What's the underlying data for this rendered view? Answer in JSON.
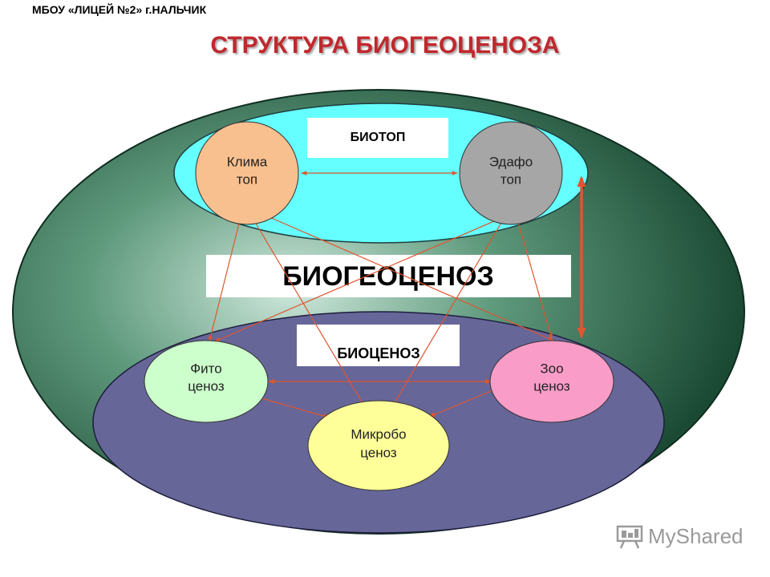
{
  "header": {
    "school": "МБОУ «ЛИЦЕЙ №2» г.НАЛЬЧИК",
    "title": "СТРУКТУРА БИОГЕОЦЕНОЗА"
  },
  "diagram": {
    "center_label": "БИОГЕОЦЕНОЗ",
    "biotop": {
      "label": "БИОТОП",
      "nodes": [
        {
          "id": "klimatop",
          "line1": "Клима",
          "line2": "топ",
          "color": "#f9c08f"
        },
        {
          "id": "edafotop",
          "line1": "Эдафо",
          "line2": "топ",
          "color": "#a6a6a6"
        }
      ]
    },
    "biocenoz": {
      "label": "БИОЦЕНОЗ",
      "nodes": [
        {
          "id": "fitocenoz",
          "line1": "Фито",
          "line2": "ценоз",
          "color": "#ccffcc"
        },
        {
          "id": "zoocenoz",
          "line1": "Зоо",
          "line2": "ценоз",
          "color": "#f99cc8"
        },
        {
          "id": "mikrobocenoz",
          "line1": "Микробо",
          "line2": "ценоз",
          "color": "#ffff99"
        }
      ]
    },
    "colors": {
      "outer_dark": "#1b4a34",
      "outer_light": "#cfe8dc",
      "biotop_fill": "#66ffff",
      "biocenoz_fill": "#666699",
      "arrow": "#e0552f",
      "title": "#c0282d"
    }
  },
  "watermark": {
    "logo_text": "MyShared",
    "icon": "presentation-board-icon"
  }
}
